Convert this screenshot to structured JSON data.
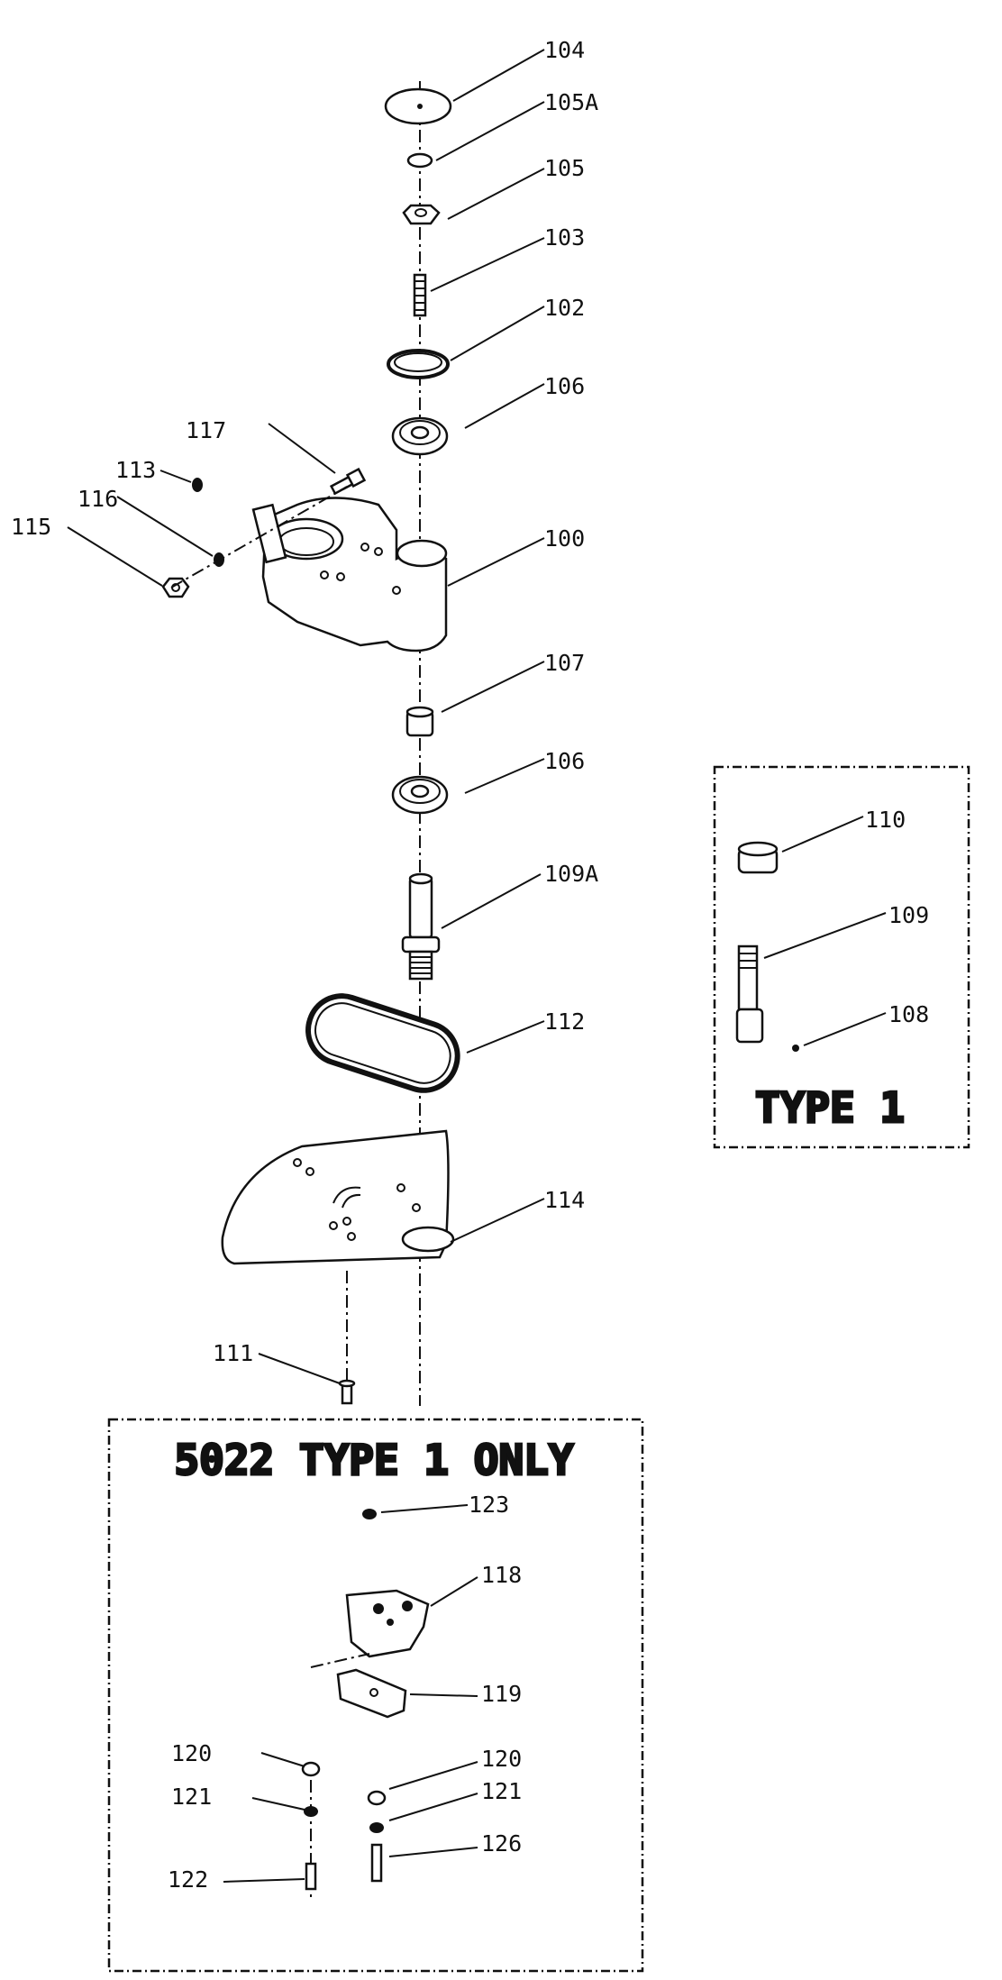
{
  "labels": {
    "p104": "104",
    "p105A": "105A",
    "p105": "105",
    "p103": "103",
    "p102": "102",
    "p106a": "106",
    "p117": "117",
    "p113": "113",
    "p116": "116",
    "p115": "115",
    "p100": "100",
    "p107": "107",
    "p106b": "106",
    "p109A": "109A",
    "p112": "112",
    "p114": "114",
    "p111": "111",
    "p110": "110",
    "p109": "109",
    "p108": "108",
    "p123": "123",
    "p118": "118",
    "p119": "119",
    "p120a": "120",
    "p120b": "120",
    "p121a": "121",
    "p121b": "121",
    "p126": "126",
    "p122": "122"
  },
  "boxes": {
    "type1_title": "TYPE 1",
    "type1_only_title": "5022 TYPE 1 ONLY"
  }
}
